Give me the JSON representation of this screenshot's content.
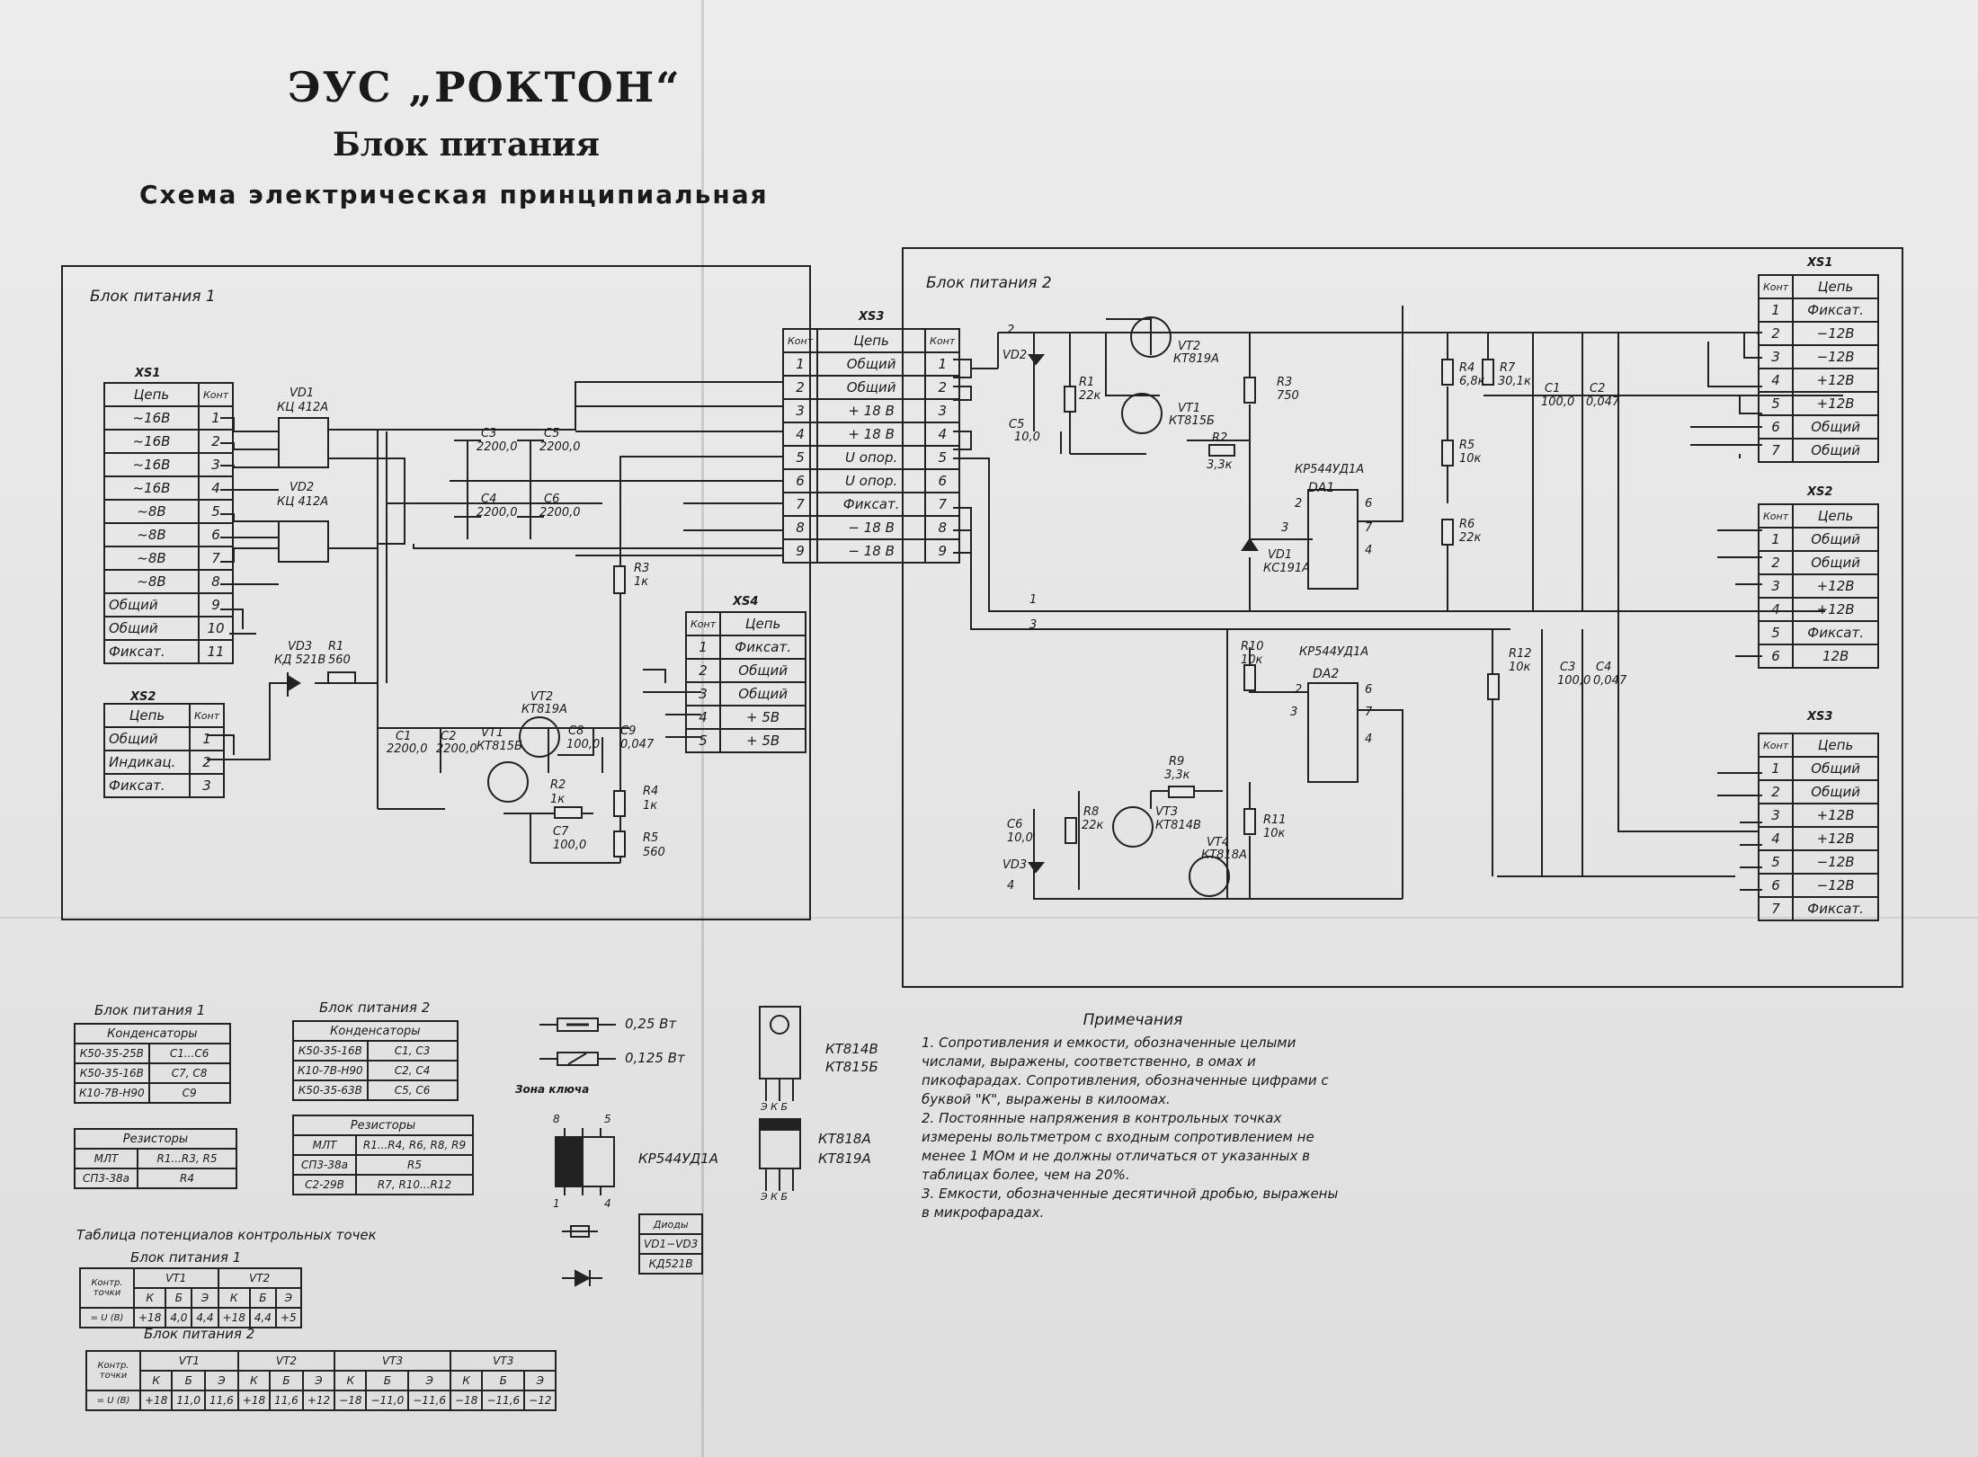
{
  "title": "ЭУС „РОКТОН“",
  "subtitle": "Блок питания",
  "subtitle2": "Схема электрическая принципиальная",
  "block1": "Блок питания 1",
  "block2": "Блок питания 2",
  "xs3_center": {
    "name": "XS3",
    "headers": [
      "Конт",
      "Цепь",
      "Конт"
    ],
    "rows": [
      [
        "1",
        "Общий",
        "1"
      ],
      [
        "2",
        "Общий",
        "2"
      ],
      [
        "3",
        "+ 18 В",
        "3"
      ],
      [
        "4",
        "+ 18 В",
        "4"
      ],
      [
        "5",
        "U опор.",
        "5"
      ],
      [
        "6",
        "U опор.",
        "6"
      ],
      [
        "7",
        "Фиксат.",
        "7"
      ],
      [
        "8",
        "− 18 В",
        "8"
      ],
      [
        "9",
        "− 18 В",
        "9"
      ]
    ]
  },
  "xs1_left": {
    "name": "XS1",
    "headers": [
      "Цепь",
      "Конт"
    ],
    "rows": [
      [
        "~16В",
        "1"
      ],
      [
        "~16В",
        "2"
      ],
      [
        "~16В",
        "3"
      ],
      [
        "~16В",
        "4"
      ],
      [
        "~8В",
        "5"
      ],
      [
        "~8В",
        "6"
      ],
      [
        "~8В",
        "7"
      ],
      [
        "~8В",
        "8"
      ],
      [
        "Общий",
        "9"
      ],
      [
        "Общий",
        "10"
      ],
      [
        "Фиксат.",
        "11"
      ]
    ]
  },
  "xs2_left": {
    "name": "XS2",
    "headers": [
      "Цепь",
      "Конт"
    ],
    "rows": [
      [
        "Общий",
        "1"
      ],
      [
        "Индикац.",
        "2"
      ],
      [
        "Фиксат.",
        "3"
      ]
    ]
  },
  "xs4": {
    "name": "XS4",
    "headers": [
      "Конт",
      "Цепь"
    ],
    "rows": [
      [
        "1",
        "Фиксат."
      ],
      [
        "2",
        "Общий"
      ],
      [
        "3",
        "Общий"
      ],
      [
        "4",
        "+ 5В"
      ],
      [
        "5",
        "+ 5В"
      ]
    ]
  },
  "xs1_right": {
    "name": "XS1",
    "headers": [
      "Конт",
      "Цепь"
    ],
    "rows": [
      [
        "1",
        "Фиксат."
      ],
      [
        "2",
        "−12В"
      ],
      [
        "3",
        "−12В"
      ],
      [
        "4",
        "+12В"
      ],
      [
        "5",
        "+12В"
      ],
      [
        "6",
        "Общий"
      ],
      [
        "7",
        "Общий"
      ]
    ]
  },
  "xs2_right": {
    "name": "XS2",
    "headers": [
      "Конт",
      "Цепь"
    ],
    "rows": [
      [
        "1",
        "Общий"
      ],
      [
        "2",
        "Общий"
      ],
      [
        "3",
        "+12В"
      ],
      [
        "4",
        "+12В"
      ],
      [
        "5",
        "Фиксат."
      ],
      [
        "6",
        "12В"
      ]
    ]
  },
  "xs3_right": {
    "name": "XS3",
    "headers": [
      "Конт",
      "Цепь"
    ],
    "rows": [
      [
        "1",
        "Общий"
      ],
      [
        "2",
        "Общий"
      ],
      [
        "3",
        "+12В"
      ],
      [
        "4",
        "+12В"
      ],
      [
        "5",
        "−12В"
      ],
      [
        "6",
        "−12В"
      ],
      [
        "7",
        "Фиксат."
      ]
    ]
  },
  "components1": {
    "vd1": "VD1",
    "vd1_type": "КЦ 412А",
    "vd2": "VD2",
    "vd2_type": "КЦ 412А",
    "vd3": "VD3",
    "vd3_type": "КД 521В",
    "r1": "R1",
    "r1_v": "560",
    "c3": "C3",
    "c3_v": "2200,0",
    "c4": "C4",
    "c4_v": "2200,0",
    "c5": "C5",
    "c5_v": "2200,0",
    "c6": "C6",
    "c6_v": "2200,0",
    "c1": "C1",
    "c1_v": "2200,0",
    "c2": "C2",
    "c2_v": "2200,0",
    "vt1": "VT1",
    "vt1_type": "КТ815Б",
    "vt2": "VT2",
    "vt2_type": "КТ819А",
    "c8": "C8",
    "c8_v": "100,0",
    "c9": "C9",
    "c9_v": "0,047",
    "r3": "R3",
    "r3_v": "1к",
    "r2": "R2",
    "r2_v": "1к",
    "r4": "R4",
    "r4_v": "1к",
    "r5": "R5",
    "r5_v": "560",
    "c7": "C7",
    "c7_v": "100,0"
  },
  "components2": {
    "vd2": "VD2",
    "r1": "R1",
    "r1_v": "22к",
    "c5": "C5",
    "c5_v": "10,0",
    "vt2": "VT2",
    "vt2_type": "КТ819А",
    "vt1": "VT1",
    "vt1_type": "КТ815Б",
    "r3": "R3",
    "r3_v": "750",
    "r2": "R2",
    "r2_v": "3,3к",
    "da1_type": "КР544УД1А",
    "da1": "DA1",
    "vd1": "VD1",
    "vd1_type": "КС191А",
    "r4": "R4",
    "r4_v": "6,8к",
    "r7": "R7",
    "r7_v": "30,1к",
    "c1": "C1",
    "c1_v": "100,0",
    "c2": "C2",
    "c2_v": "0,047",
    "r5": "R5",
    "r5_v": "10к",
    "r6": "R6",
    "r6_v": "22к",
    "r10": "R10",
    "r10_v": "10к",
    "da2_type": "КР544УД1А",
    "da2": "DA2",
    "r12": "R12",
    "r12_v": "10к",
    "c3": "C3",
    "c3_v": "100,0",
    "c4": "C4",
    "c4_v": "0,047",
    "r9": "R9",
    "r9_v": "3,3к",
    "c6": "C6",
    "c6_v": "10,0",
    "r8": "R8",
    "r8_v": "22к",
    "vt3": "VT3",
    "vt3_type": "КТ814В",
    "vt4": "VT4",
    "vt4_type": "КТ818А",
    "r11": "R11",
    "r11_v": "10к",
    "vd3": "VD3"
  },
  "legend": {
    "res025": "0,25 Вт",
    "res0125": "0,125 Вт",
    "t1": "КТ814В",
    "t2": "КТ815Б",
    "t3": "КТ818А",
    "t4": "КТ819А",
    "pins": "Э К Б",
    "pins2": "Э К Б",
    "key_zone": "Зона ключа",
    "ic": "КР544УД1А",
    "pin8": "8",
    "pin5": "5",
    "pin1": "1",
    "pin4": "4",
    "diodes_h": "Диоды",
    "diodes_1": "VD1−VD3",
    "diodes_2": "КД521В"
  },
  "bom1": {
    "title": "Блок питания 1",
    "cap_h": "Конденсаторы",
    "caps": [
      [
        "К50-35-25В",
        "C1...C6"
      ],
      [
        "К50-35-16В",
        "C7, C8"
      ],
      [
        "К10-7В-Н90",
        "C9"
      ]
    ],
    "res_h": "Резисторы",
    "res": [
      [
        "МЛТ",
        "R1...R3, R5"
      ],
      [
        "СП3-38а",
        "R4"
      ]
    ]
  },
  "bom2": {
    "title": "Блок питания 2",
    "cap_h": "Конденсаторы",
    "caps": [
      [
        "К50-35-16В",
        "C1, C3"
      ],
      [
        "К10-7В-Н90",
        "C2, C4"
      ],
      [
        "К50-35-63В",
        "C5, C6"
      ]
    ],
    "res_h": "Резисторы",
    "res": [
      [
        "МЛТ",
        "R1...R4, R6, R8, R9"
      ],
      [
        "СП3-38а",
        "R5"
      ],
      [
        "С2-29В",
        "R7, R10...R12"
      ]
    ]
  },
  "pot_title": "Таблица потенциалов контрольных точек",
  "pot1": {
    "title": "Блок питания 1",
    "h1": [
      "Контр. точки",
      "VT1",
      "VT2"
    ],
    "h2": [
      "К",
      "Б",
      "Э",
      "К",
      "Б",
      "Э"
    ],
    "row": [
      "= U (В)",
      "+18",
      "4,0",
      "4,4",
      "+18",
      "4,4",
      "+5"
    ]
  },
  "pot2": {
    "title": "Блок питания 2",
    "h1": [
      "Контр. точки",
      "VT1",
      "VT2",
      "VT3",
      "VT3"
    ],
    "h2": [
      "К",
      "Б",
      "Э",
      "К",
      "Б",
      "Э",
      "К",
      "Б",
      "Э",
      "К",
      "Б",
      "Э"
    ],
    "row": [
      "= U (В)",
      "+18",
      "11,0",
      "11,6",
      "+18",
      "11,6",
      "+12",
      "−18",
      "−11,0",
      "−11,6",
      "−18",
      "−11,6",
      "−12"
    ]
  },
  "notes": {
    "h": "Примечания",
    "n1": "1. Сопротивления и емкости, обозначенные целыми числами, выражены, соответственно, в омах и пикофарадах. Сопротивления, обозначенные цифрами с буквой \"К\", выражены в килоомах.",
    "n2": "2. Постоянные напряжения в контрольных точках измерены вольтметром с входным сопротивлением не менее 1 МОм и не должны отличаться от указанных в таблицах более, чем на 20%.",
    "n3": "3. Емкости, обозначенные десятичной дробью, выражены в микрофарадах."
  },
  "nodes": {
    "n1": "1",
    "n2": "2",
    "n3": "3",
    "n4": "4",
    "n5": "1",
    "n6": "3",
    "n7": "2",
    "n8": "3",
    "n9": "6",
    "n10": "7",
    "n11": "4",
    "n12": "2",
    "n13": "3",
    "n14": "6",
    "n15": "7",
    "n16": "4"
  }
}
